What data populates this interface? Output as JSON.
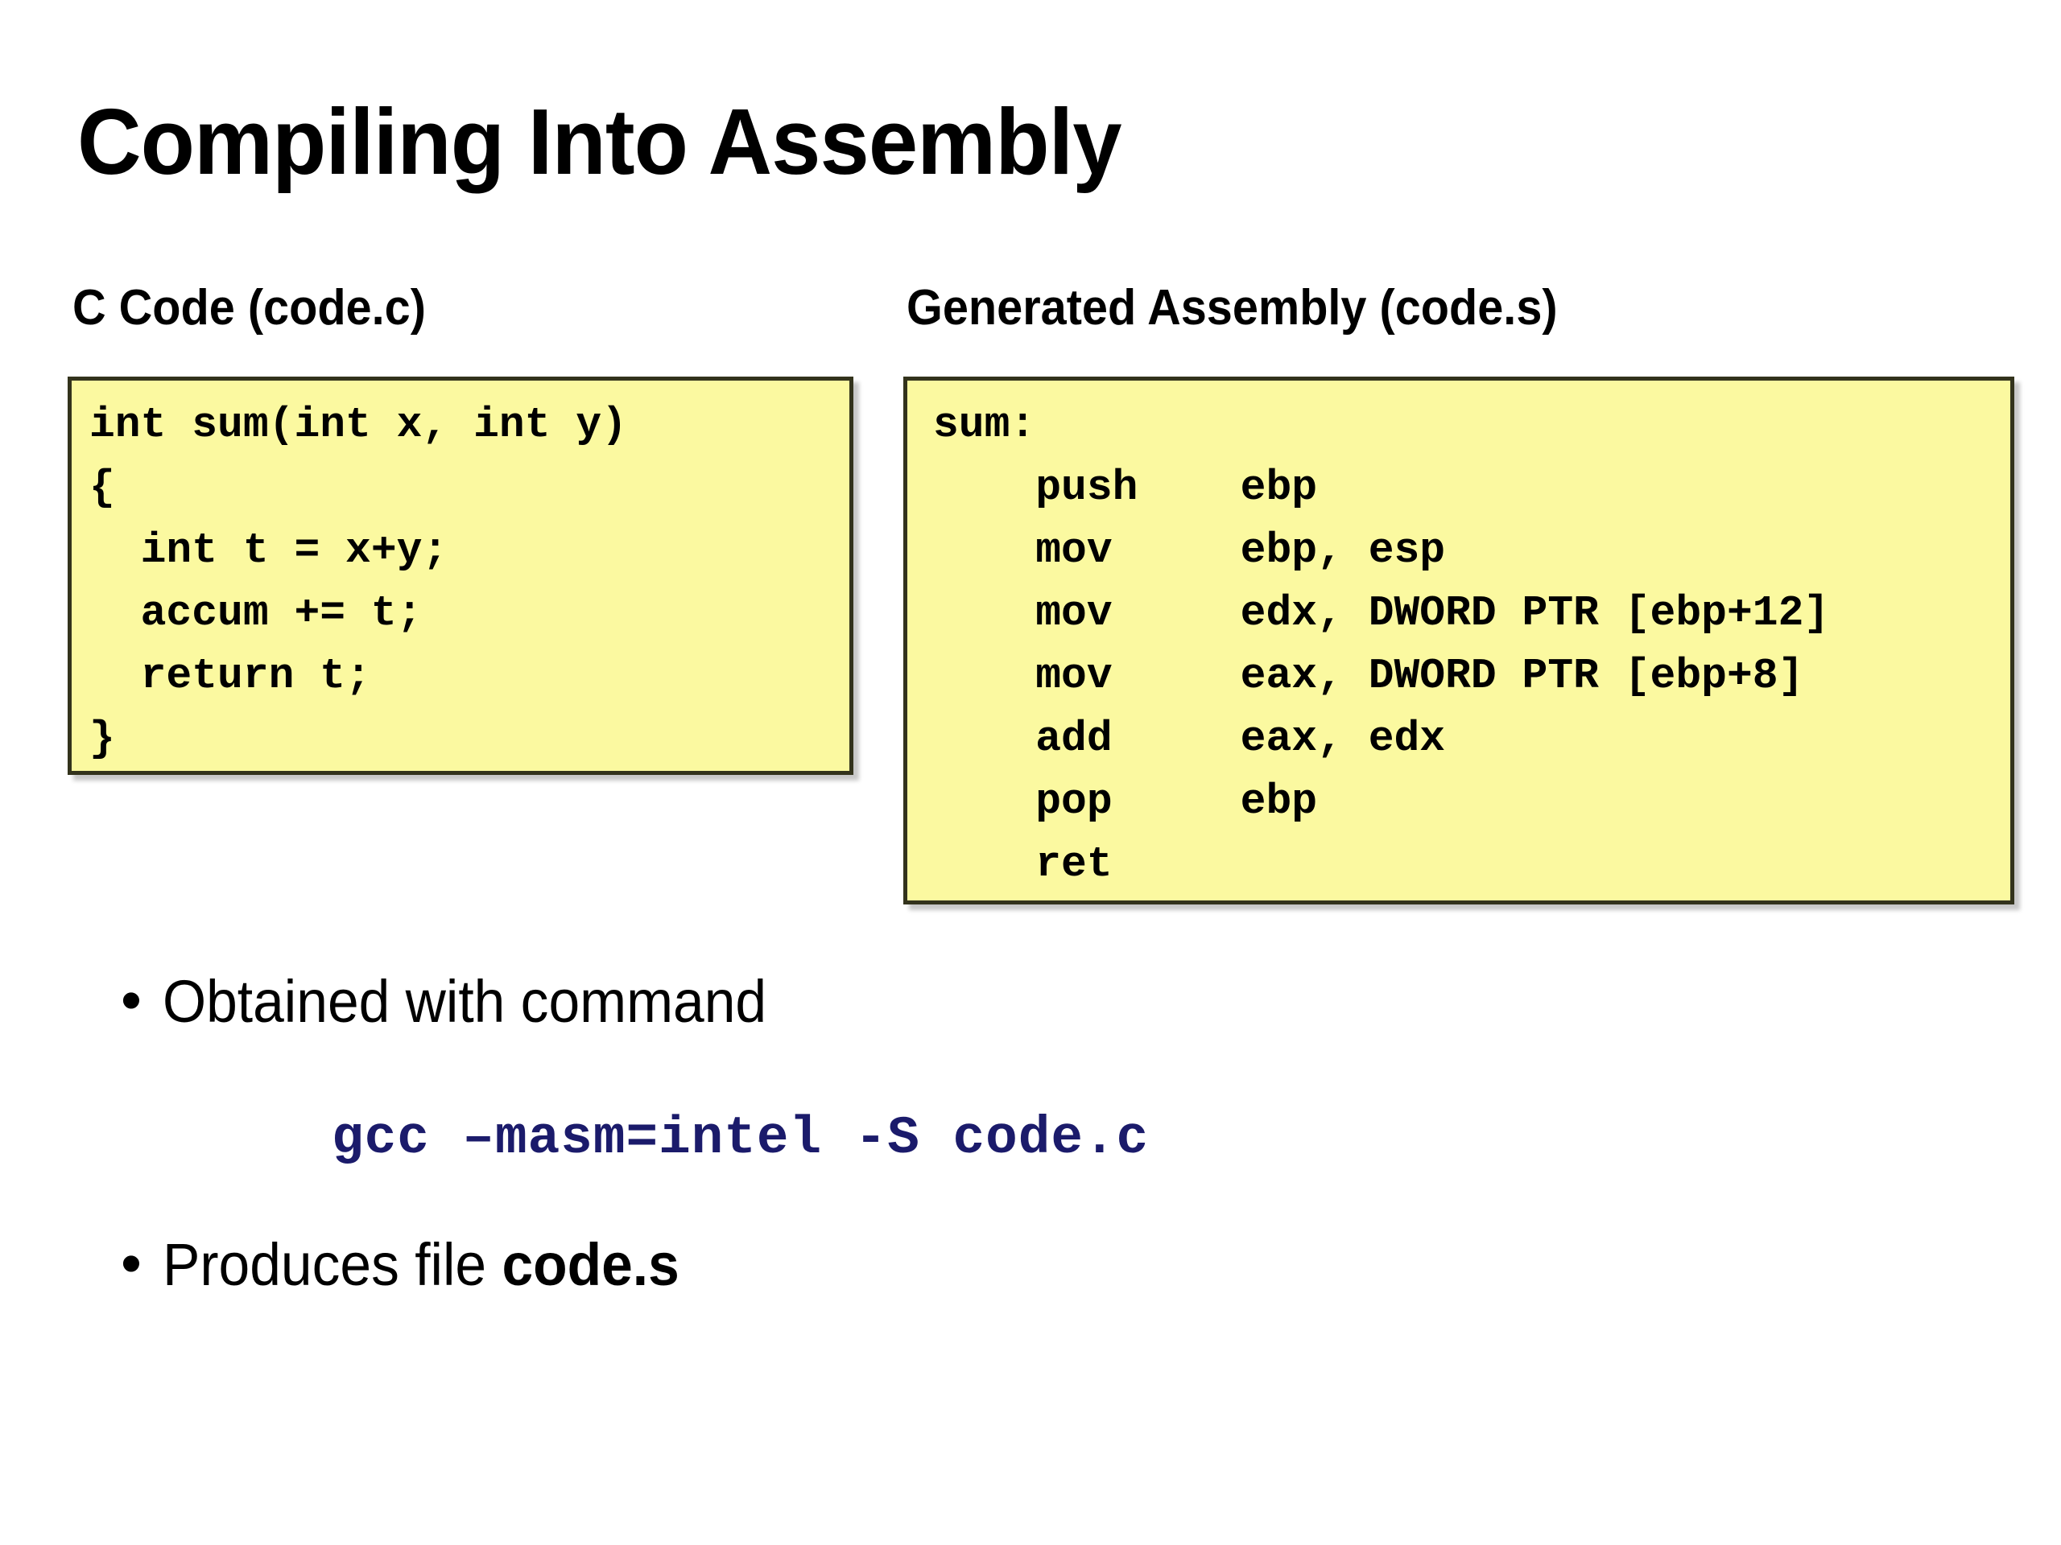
{
  "slide": {
    "title": "Compiling Into Assembly",
    "background_color": "#ffffff",
    "text_color": "#000000",
    "code_box_fill": "#fbf9a0",
    "code_box_border": "#33331c",
    "command_color": "#1b1b6b"
  },
  "left_panel": {
    "header": "C Code (code.c)",
    "code_lines": [
      "int sum(int x, int y)",
      "{",
      "  int t = x+y;",
      "  accum += t;",
      "  return t;",
      "}"
    ]
  },
  "right_panel": {
    "header": "Generated Assembly (code.s)",
    "code_lines": [
      "sum:",
      "    push    ebp",
      "    mov     ebp, esp",
      "    mov     edx, DWORD PTR [ebp+12]",
      "    mov     eax, DWORD PTR [ebp+8]",
      "    add     eax, edx",
      "    pop     ebp",
      "    ret"
    ]
  },
  "bullets": {
    "bullet_marker": "•",
    "first": {
      "text": "Obtained with command"
    },
    "command": "gcc –masm=intel -S code.c",
    "second": {
      "prefix": "Produces file ",
      "filename": "code.s"
    }
  }
}
